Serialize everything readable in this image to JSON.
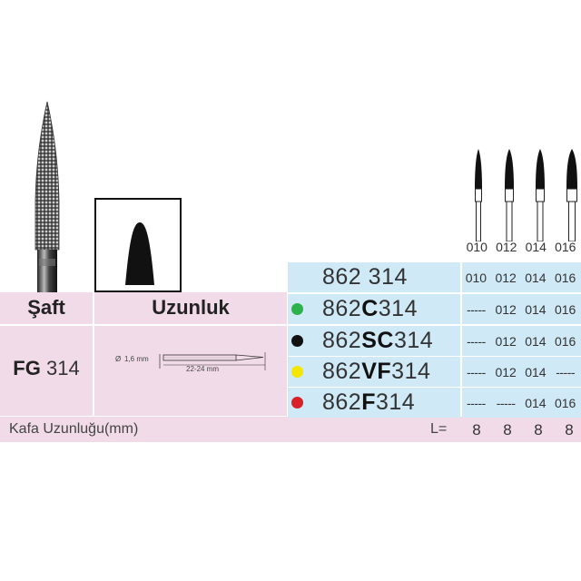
{
  "header": {
    "shaft_title": "Şaft",
    "length_title": "Uzunluk"
  },
  "shaft": {
    "prefix": "FG",
    "code": "314"
  },
  "diagram": {
    "diameter": "1,6 mm",
    "length": "22-24 mm"
  },
  "sizes": [
    "010",
    "012",
    "014",
    "016"
  ],
  "variants": [
    {
      "dot": "",
      "code_prefix": "862",
      "code_mid": "",
      "code_suffix": "314",
      "sizes": [
        "010",
        "012",
        "014",
        "016"
      ]
    },
    {
      "dot": "#2bb24c",
      "code_prefix": "862",
      "code_mid": "C",
      "code_suffix": "314",
      "sizes": [
        "-----",
        "012",
        "014",
        "016"
      ]
    },
    {
      "dot": "#111111",
      "code_prefix": "862",
      "code_mid": "SC",
      "code_suffix": "314",
      "sizes": [
        "-----",
        "012",
        "014",
        "016"
      ]
    },
    {
      "dot": "#f5e600",
      "code_prefix": "862",
      "code_mid": "VF",
      "code_suffix": "314",
      "sizes": [
        "-----",
        "012",
        "014",
        "-----"
      ]
    },
    {
      "dot": "#d8202a",
      "code_prefix": "862",
      "code_mid": "F",
      "code_suffix": "314",
      "sizes": [
        "-----",
        "-----",
        "014",
        "016"
      ]
    }
  ],
  "footer": {
    "label": "Kafa Uzunluğu(mm)",
    "l_label": "L=",
    "values": [
      "8",
      "8",
      "8",
      "8"
    ]
  },
  "colors": {
    "pink": "#f2dbe8",
    "blue": "#cfe9f6"
  }
}
